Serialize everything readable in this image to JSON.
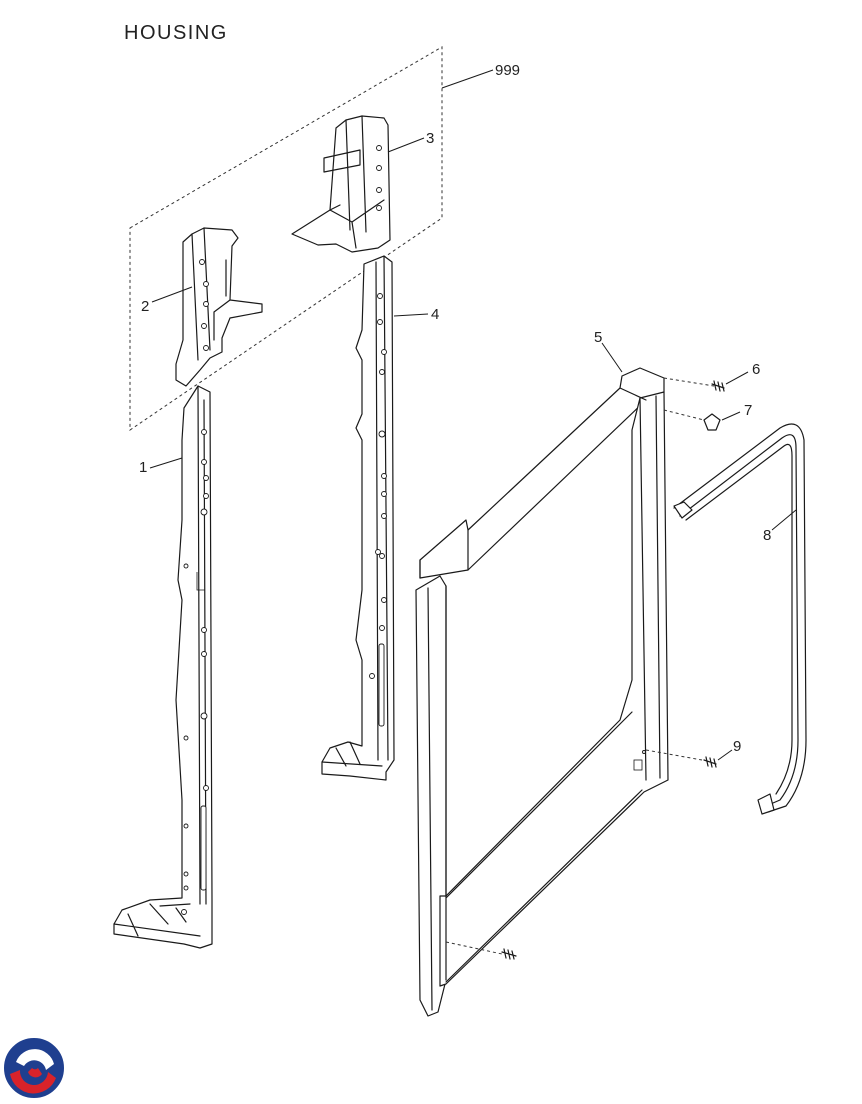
{
  "title": "HOUSING",
  "assembly_label": "999",
  "parts": [
    {
      "label": "1"
    },
    {
      "label": "2"
    },
    {
      "label": "3"
    },
    {
      "label": "4"
    },
    {
      "label": "5"
    },
    {
      "label": "6"
    },
    {
      "label": "7"
    },
    {
      "label": "8"
    },
    {
      "label": "9"
    }
  ],
  "brand_colors": {
    "blue": "#1f3f8f",
    "red": "#d8232a"
  },
  "logo_icon": "brand-swirl-logo"
}
